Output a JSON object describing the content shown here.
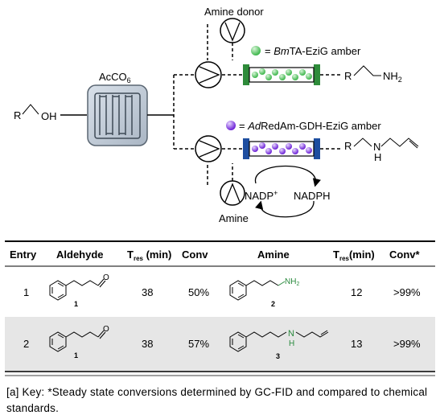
{
  "scheme": {
    "reactor_label": "AcCO6",
    "reactor_label_main": "AcCO",
    "reactor_label_sub": "6",
    "substrate": {
      "r": "R",
      "oh": "OH"
    },
    "amine_donor": "Amine donor",
    "top_column_legend": {
      "prefix": "= ",
      "italic": "Bm",
      "rest": "TA-EziG amber",
      "color": "#3cb64a"
    },
    "bottom_column_legend": {
      "prefix": "= ",
      "italic": "Ad",
      "rest": "RedAm-GDH-EziG amber",
      "color": "#6b1fd6"
    },
    "product_top": {
      "r": "R",
      "group": "NH2"
    },
    "product_bottom": {
      "r": "R",
      "n": "N",
      "h": "H"
    },
    "cofactor_ox": "NADP+",
    "cofactor_red": "NADPH",
    "amine_reagent": "Amine"
  },
  "table": {
    "headers": {
      "entry": "Entry",
      "aldehyde": "Aldehyde",
      "tres1": "Tres (min)",
      "conv": "Conv",
      "amine": "Amine",
      "tres2": "Tres(min)",
      "conv2": "Conv*"
    },
    "rows": [
      {
        "entry": "1",
        "aldehyde_id": "1",
        "tres1": "38",
        "conv": "50%",
        "amine_id": "2",
        "amine_label": "NH2",
        "tres2": "12",
        "conv2": ">99%"
      },
      {
        "entry": "2",
        "aldehyde_id": "1",
        "tres1": "38",
        "conv": "57%",
        "amine_id": "3",
        "amine_label": "N H",
        "tres2": "13",
        "conv2": ">99%"
      }
    ],
    "row_shading": "#e6e6e6"
  },
  "footnote": "[a] Key: *Steady state conversions determined by GC-FID and compared to chemical standards."
}
